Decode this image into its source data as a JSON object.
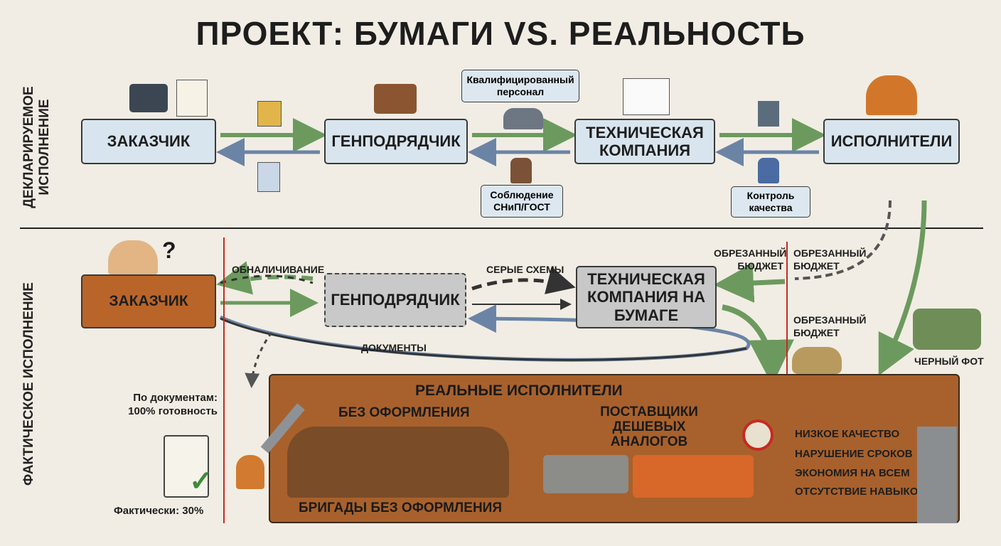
{
  "title": "ПРОЕКТ: БУМАГИ VS. РЕАЛЬНОСТЬ",
  "declared": {
    "side_label_line1": "ДЕКЛАРИРУЕМОЕ",
    "side_label_line2": "ИСПОЛНЕНИЕ",
    "customer": "ЗАКАЗЧИК",
    "general_contractor": "ГЕНПОДРЯДЧИК",
    "tech_company": "ТЕХНИЧЕСКАЯ КОМПАНИЯ",
    "performers": "ИСПОЛНИТЕЛИ",
    "qualified_staff": "Квалифицированный персонал",
    "compliance": "Соблюдение СНиП/ГОСТ",
    "quality_control": "Контроль качества"
  },
  "actual": {
    "side_label": "ФАКТИЧЕСКОЕ ИСПОЛНЕНИЕ",
    "customer": "ЗАКАЗЧИК",
    "general_contractor": "ГЕНПОДРЯДЧИК",
    "tech_company": "ТЕХНИЧЕСКАЯ КОМПАНИЯ НА БУМАГЕ",
    "cashing_out": "ОБНАЛИЧИВАНИЕ",
    "gray_schemes": "СЕРЫЕ СХЕМЫ",
    "documents": "ДОКУМЕНТЫ",
    "cut_budget_1": "ОБРЕЗАННЫЙ БЮДЖЕТ",
    "cut_budget_2": "ОБРЕЗАННЫЙ БЮДЖЕТ",
    "cut_budget_3": "ОБРЕЗАННЫЙ БЮДЖЕТ",
    "black_fund": "ЧЕРНЫЙ ФОТ",
    "by_documents": "По документам: 100% готовность",
    "actually": "Фактически: 30%",
    "real_performers": "РЕАЛЬНЫЕ ИСПОЛНИТЕЛИ",
    "unregistered": "БЕЗ ОФОРМЛЕНИЯ",
    "cheap_suppliers": "ПОСТАВЩИКИ ДЕШЕВЫХ АНАЛОГОВ",
    "crews_unregistered": "БРИГАДЫ БЕЗ ОФОРМЛЕНИЯ",
    "consequences": [
      "НИЗКОЕ КАЧЕСТВО",
      "НАРУШЕНИЕ СРОКОВ",
      "ЭКОНОМИЯ НА ВСЕМ",
      "ОТСУТСТВИЕ НАВЫКОВ"
    ]
  },
  "colors": {
    "green_arrow": "#6c9a5e",
    "blue_arrow": "#6b84a6",
    "red_line": "#c62a21",
    "panel": "#a8612c"
  }
}
